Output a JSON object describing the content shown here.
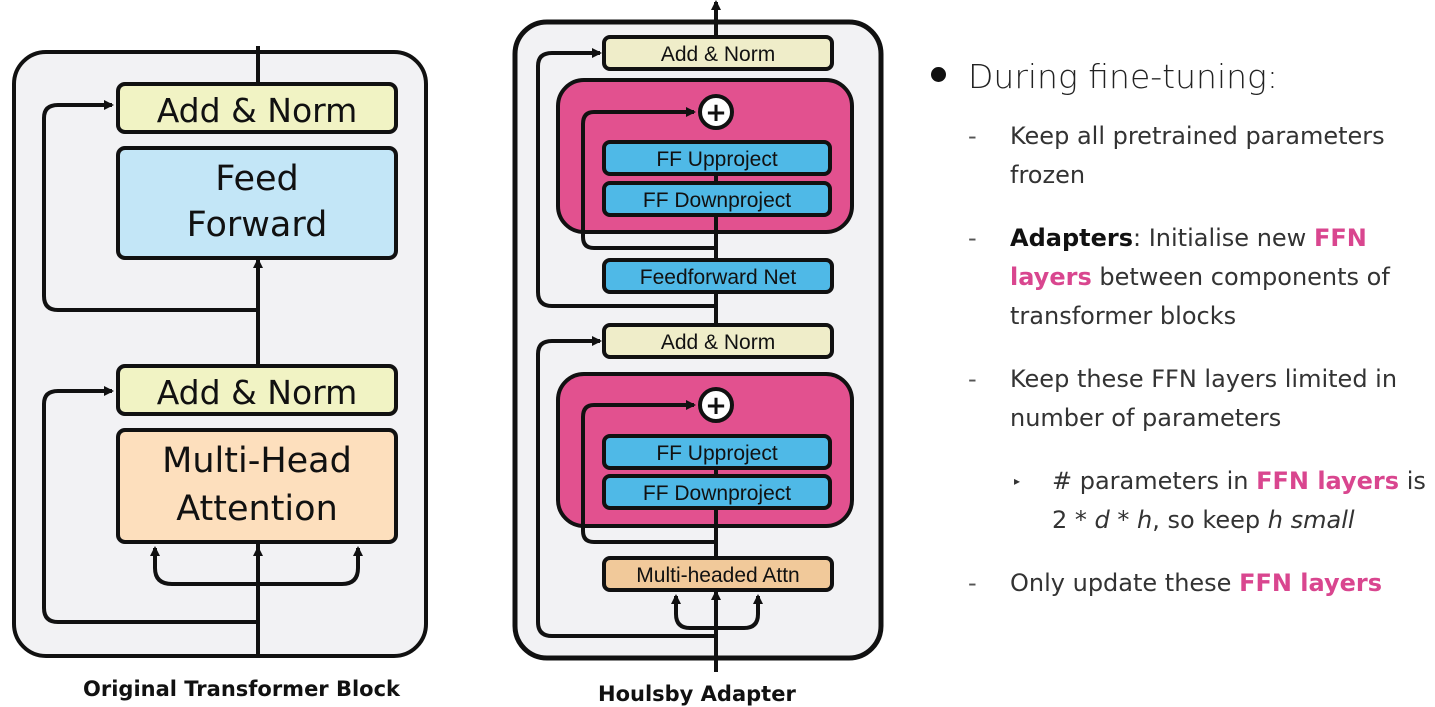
{
  "original_block": {
    "caption": "Original Transformer Block",
    "add_norm_top": "Add & Norm",
    "feed_forward_line1": "Feed",
    "feed_forward_line2": "Forward",
    "add_norm_bottom": "Add & Norm",
    "mha_line1": "Multi-Head",
    "mha_line2": "Attention"
  },
  "houlsby_adapter": {
    "caption": "Houlsby Adapter",
    "add_norm_top": "Add & Norm",
    "ff_upproject_1": "FF Upproject",
    "ff_downproject_1": "FF Downproject",
    "feedforward_net": "Feedforward Net",
    "add_norm_mid": "Add & Norm",
    "ff_upproject_2": "FF Upproject",
    "ff_downproject_2": "FF Downproject",
    "multi_headed_attn": "Multi-headed Attn",
    "plus_symbol": "+"
  },
  "bullets": {
    "main": "During fine-tuning:",
    "b1": "Keep all pretrained parameters frozen",
    "b2_strong": "Adapters",
    "b2_text1": ": Initialise new ",
    "b2_pink": "FFN layers",
    "b2_text2": " between components of transformer blocks",
    "b3": "Keep these FFN layers limited in number of parameters",
    "b4_text1": "# parameters in ",
    "b4_pink": "FFN layers",
    "b4_text2": " is",
    "b4_text3": "2 * ",
    "b4_d": "d",
    "b4_text4": " * ",
    "b4_h": "h",
    "b4_text5": ", so keep ",
    "b4_hsmall": "h small",
    "b5_text": "Only update these ",
    "b5_pink": "FFN layers"
  },
  "colors": {
    "add_norm": "#f1f3c4",
    "feed_forward": "#c3e6f7",
    "attention": "#fddfbd",
    "adapter_pink": "#e2518f",
    "ff_blue": "#4fb9e7",
    "houlsby_add_norm": "#efedc9",
    "houlsby_attn": "#f1c99a",
    "accent_pink": "#d9468f"
  }
}
